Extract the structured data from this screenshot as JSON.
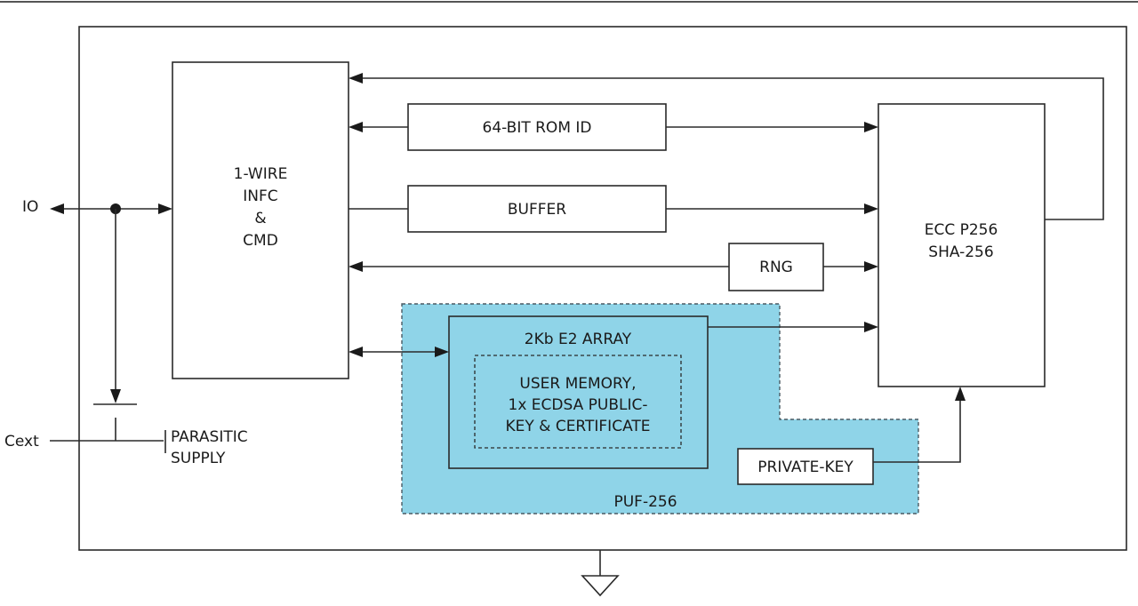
{
  "blocks": {
    "wire_interface": [
      "1-WIRE",
      "INFC",
      "&",
      "CMD"
    ],
    "rom_id": "64-BIT ROM ID",
    "buffer": "BUFFER",
    "rng": "RNG",
    "ecc": [
      "ECC P256",
      "SHA-256"
    ],
    "e2_array": "2Kb E2 ARRAY",
    "user_memory": [
      "USER MEMORY,",
      "1x ECDSA PUBLIC-",
      "KEY & CERTIFICATE"
    ],
    "private_key": "PRIVATE-KEY",
    "puf": "PUF-256"
  },
  "pins": {
    "io": "IO",
    "cext": "Cext",
    "parasitic": [
      "PARASITIC",
      "SUPPLY"
    ]
  },
  "colors": {
    "puf_fill": "#8fd4e8",
    "line": "#2a2a2a"
  }
}
